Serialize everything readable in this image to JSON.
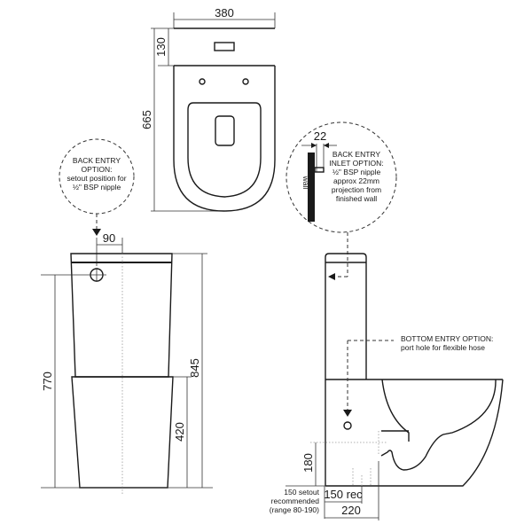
{
  "plan_view": {
    "width_label": "380",
    "cistern_depth_label": "130",
    "overall_depth_label": "665"
  },
  "front_view": {
    "inlet_offset_label": "90",
    "inlet_height_label": "770",
    "overall_height_label": "845",
    "pan_height_label": "420"
  },
  "side_view": {
    "outlet_height_label": "180",
    "setout_rec_label": "150 rec",
    "base_depth_label": "220",
    "setout_note": [
      "150 setout",
      "recommended",
      "(range 80-190)"
    ]
  },
  "callouts": {
    "back_entry_front": [
      "BACK ENTRY",
      "OPTION:",
      "setout position for",
      "½\" BSP nipple"
    ],
    "back_entry_inlet": [
      "BACK ENTRY",
      "INLET OPTION:",
      "½\" BSP nipple",
      "approx 22mm",
      "projection from",
      "finished wall"
    ],
    "wall_projection_label": "22",
    "wall_label": "wall",
    "bottom_entry": [
      "BOTTOM ENTRY OPTION:",
      "port hole for flexible hose"
    ]
  }
}
